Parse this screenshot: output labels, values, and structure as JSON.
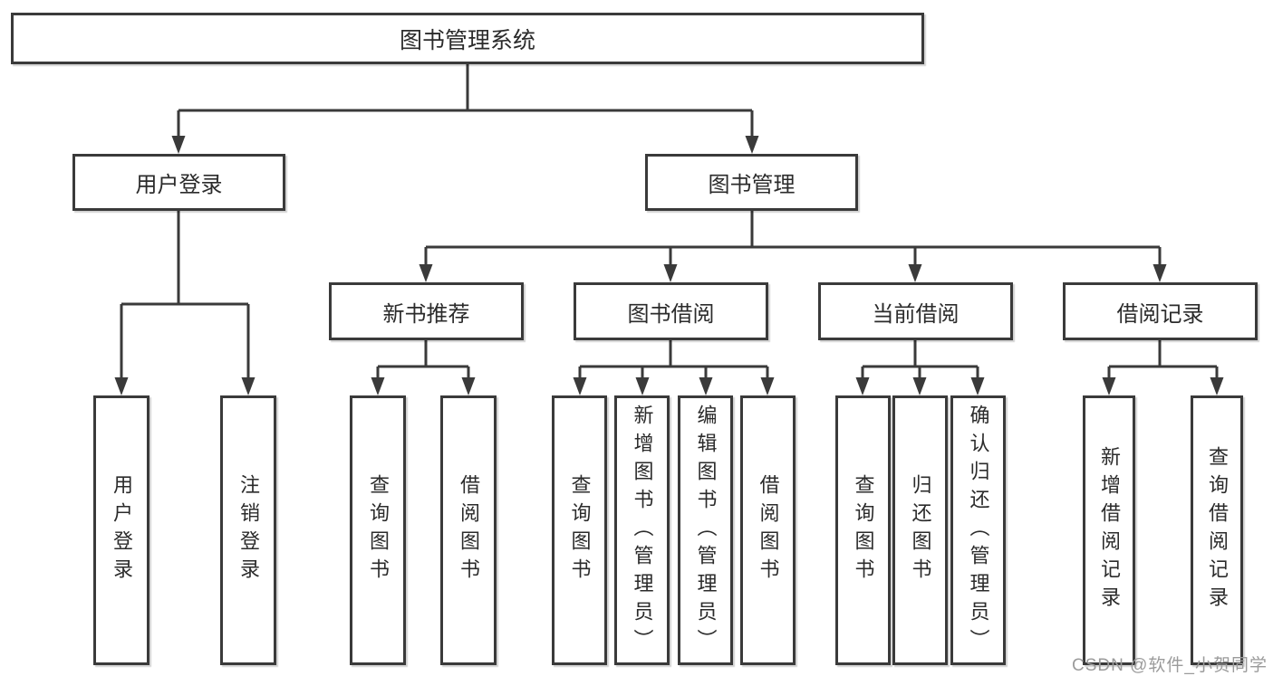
{
  "diagram": {
    "title_node": "图书管理系统",
    "root": {
      "label": "图书管理系统"
    },
    "level1": [
      {
        "label": "用户登录",
        "children": [
          {
            "label": "用户登录"
          },
          {
            "label": "注销登录"
          }
        ]
      },
      {
        "label": "图书管理"
      }
    ],
    "level2": [
      {
        "label": "新书推荐",
        "children": [
          {
            "label": "查询图书"
          },
          {
            "label": "借阅图书"
          }
        ]
      },
      {
        "label": "图书借阅",
        "children": [
          {
            "label": "查询图书"
          },
          {
            "label": "新增图书（管理员）"
          },
          {
            "label": "编辑图书（管理员）"
          },
          {
            "label": "借阅图书"
          }
        ]
      },
      {
        "label": "当前借阅",
        "children": [
          {
            "label": "查询图书"
          },
          {
            "label": "归还图书"
          },
          {
            "label": "确认归还（管理员）"
          }
        ]
      },
      {
        "label": "借阅记录",
        "children": [
          {
            "label": "新增借阅记录"
          },
          {
            "label": "查询借阅记录"
          }
        ]
      }
    ],
    "watermark": "CSDN @软件_小贺同学",
    "colors": {
      "line": "#3a3a3a",
      "box_border": "#3a3a3a",
      "text": "#2b2b2b",
      "watermark": "#9b9b9b",
      "background": "#ffffff"
    }
  }
}
